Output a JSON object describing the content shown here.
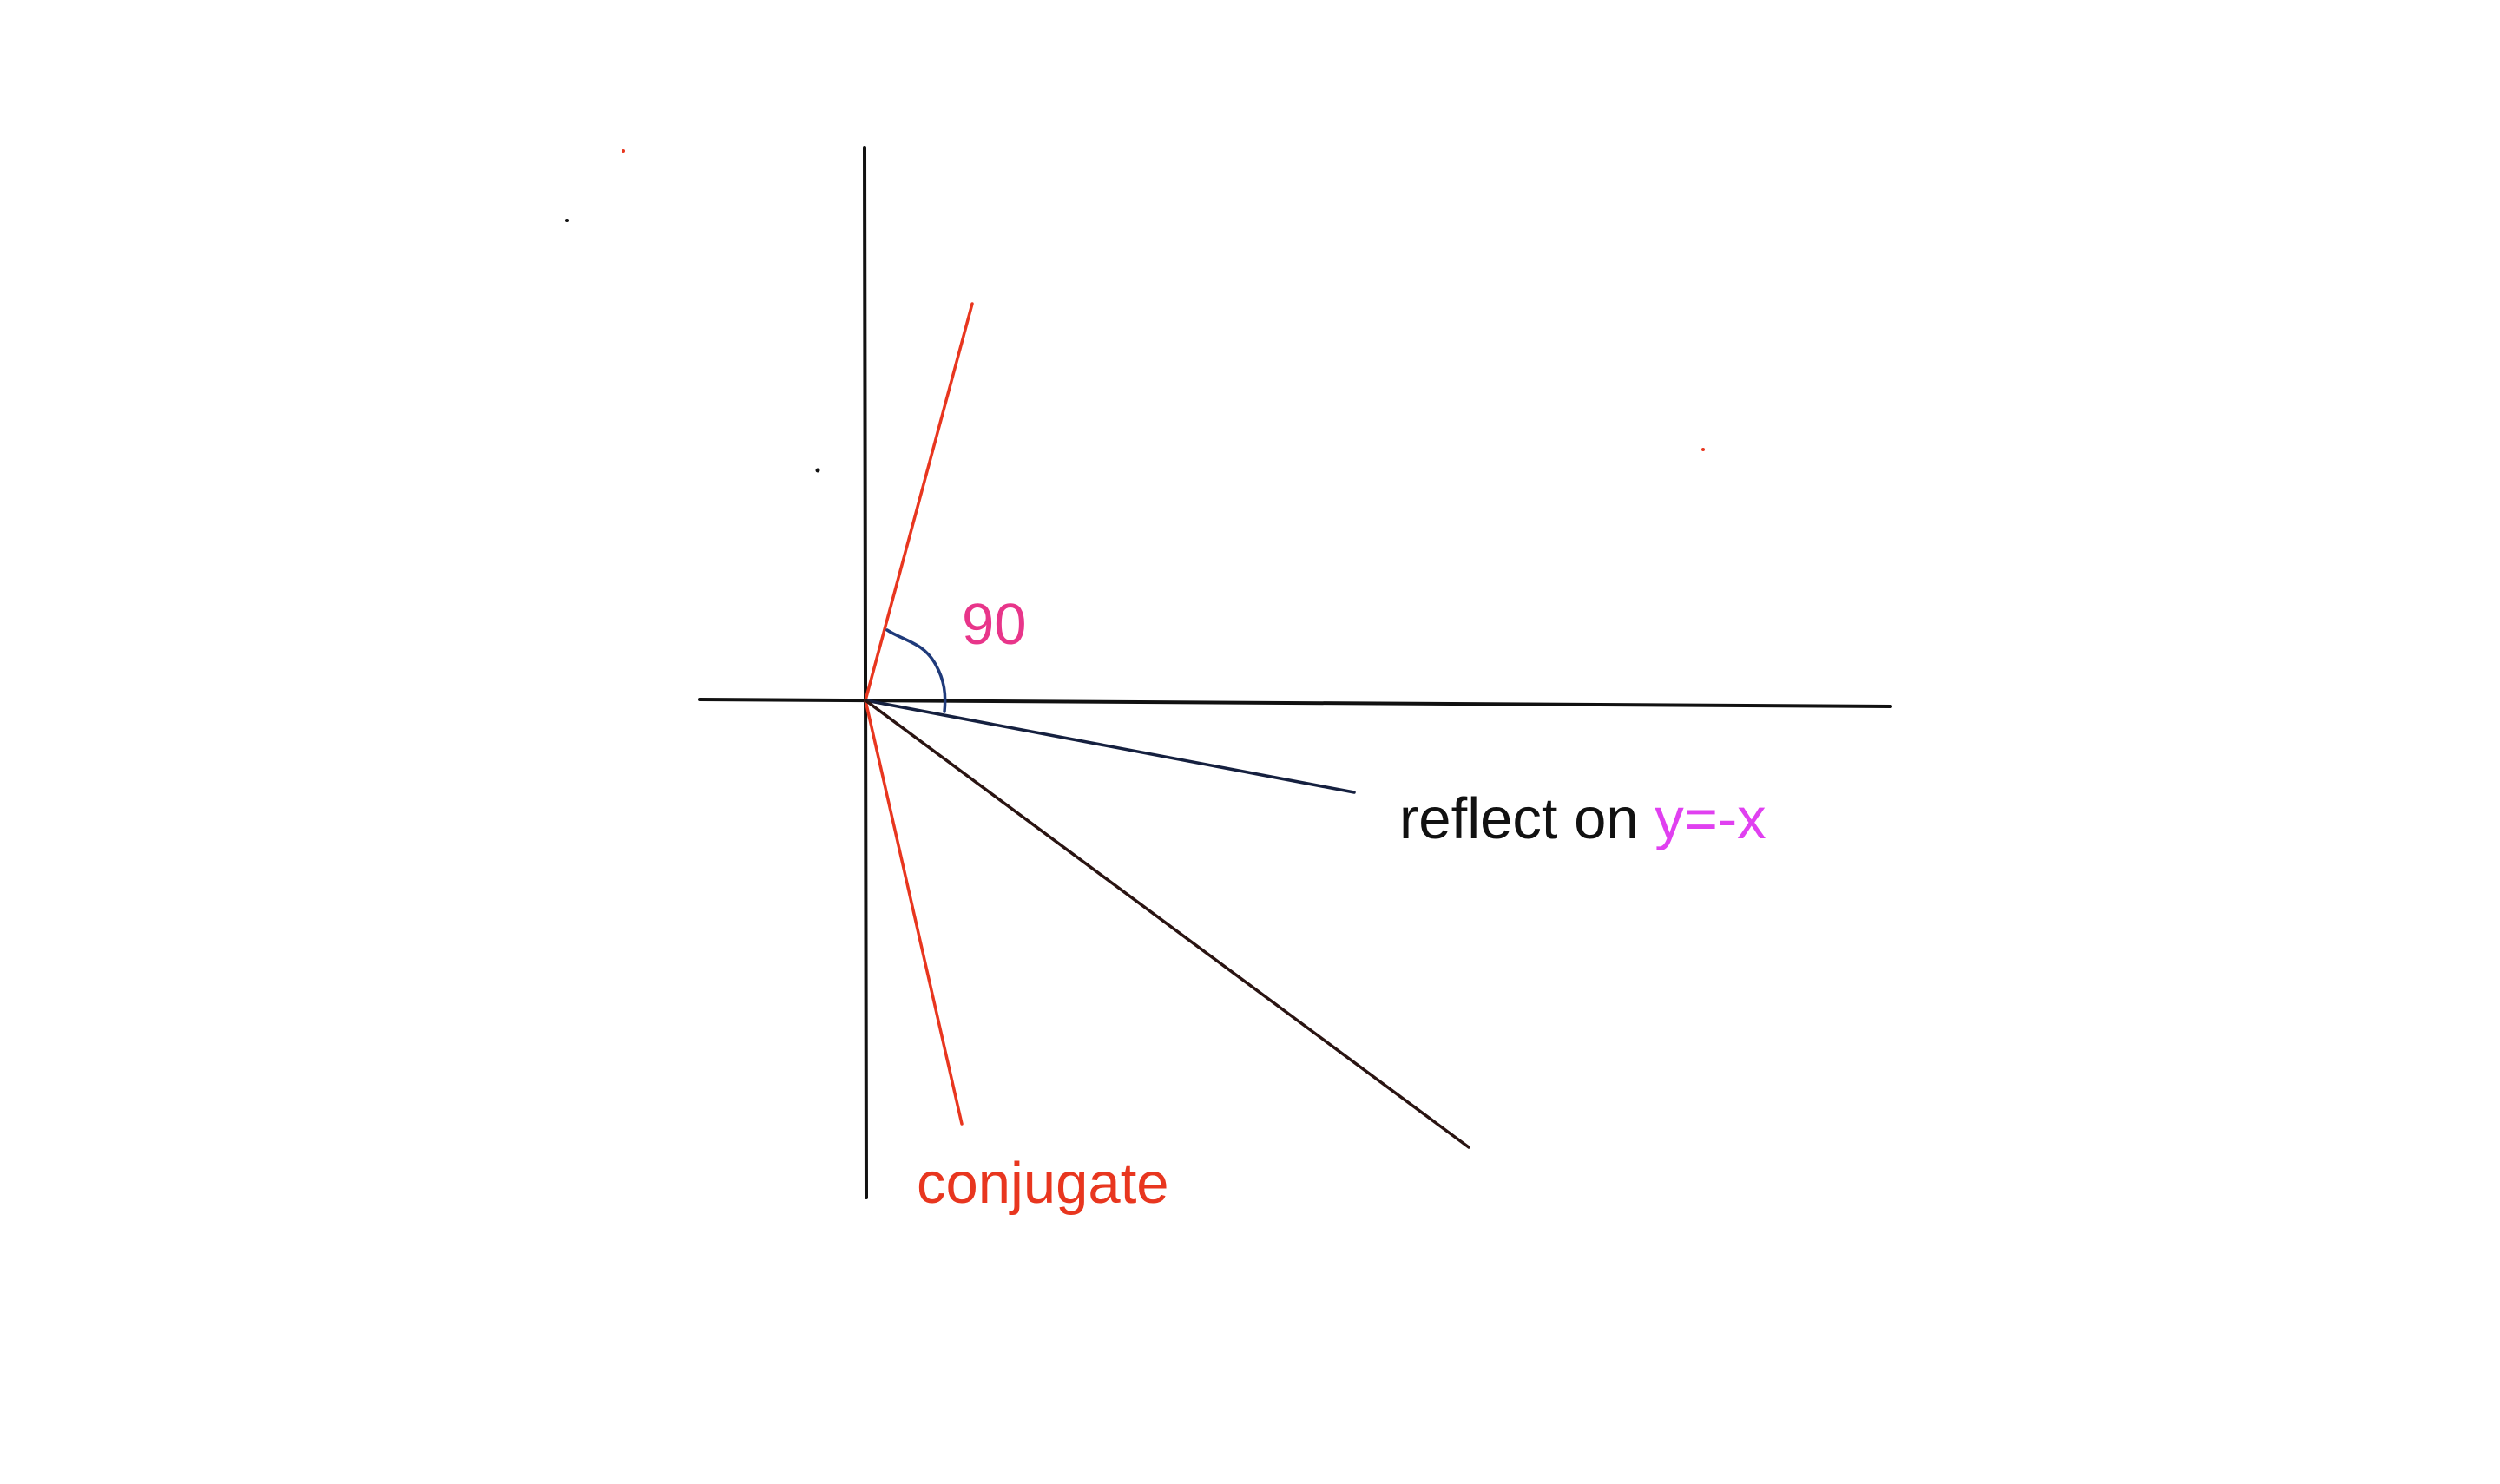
{
  "labels": {
    "angle": "90",
    "reflect_prefix": "reflect on ",
    "reflect_line": "y=-x",
    "conjugate": "conjugate"
  },
  "colors": {
    "background": "#ffffff",
    "axes": "#111111",
    "red_lines": "#e8361f",
    "navy_line": "#15203f",
    "dark_line": "#2a1412",
    "angle_arc": "#1f3a7a",
    "angle_text": "#e8358a",
    "reflect_text": "#111111",
    "reflect_line_text": "#e040f0",
    "conjugate_text": "#e8361f"
  }
}
